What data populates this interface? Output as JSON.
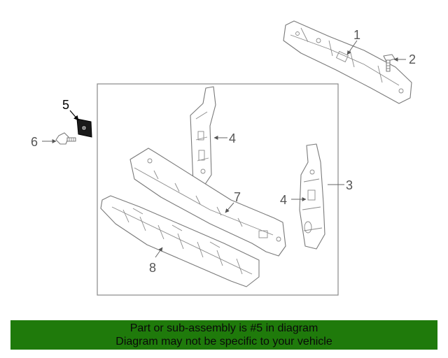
{
  "callouts": {
    "c1": "1",
    "c2": "2",
    "c3": "3",
    "c4a": "4",
    "c4b": "4",
    "c5": "5",
    "c6": "6",
    "c7": "7",
    "c8": "8"
  },
  "banner": {
    "line1": "Part or sub-assembly is #5 in diagram",
    "line2": "Diagram may not be specific to your vehicle"
  },
  "colors": {
    "banner_bg": "#1f7a0b",
    "highlight_part": "#1a1a1a"
  }
}
